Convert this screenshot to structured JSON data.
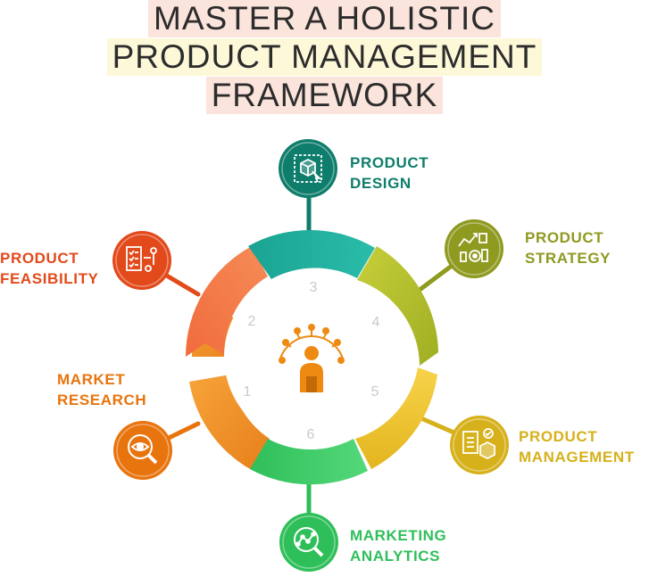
{
  "title": {
    "line1": "MASTER A HOLISTIC",
    "line2": "PRODUCT MANAGEMENT",
    "line3": "FRAMEWORK"
  },
  "stages": [
    {
      "number": "1",
      "line1": "MARKET",
      "line2": "RESEARCH",
      "color": "#e8740e",
      "icon": "magnifier-eye-icon"
    },
    {
      "number": "2",
      "line1": "PRODUCT",
      "line2": "FEASIBILITY",
      "color": "#e24a1c",
      "icon": "checklist-flow-icon"
    },
    {
      "number": "3",
      "line1": "PRODUCT",
      "line2": "DESIGN",
      "color": "#0f7d6b",
      "icon": "cube-cursor-icon"
    },
    {
      "number": "4",
      "line1": "PRODUCT",
      "line2": "STRATEGY",
      "color": "#8f9a21",
      "icon": "strategy-chart-icon"
    },
    {
      "number": "5",
      "line1": "PRODUCT",
      "line2": "MANAGEMENT",
      "color": "#d6b11c",
      "icon": "clipboard-box-icon"
    },
    {
      "number": "6",
      "line1": "MARKETING",
      "line2": "ANALYTICS",
      "color": "#2fbf5a",
      "icon": "analytics-magnifier-icon"
    }
  ],
  "center_icon": "team-leader-icon"
}
